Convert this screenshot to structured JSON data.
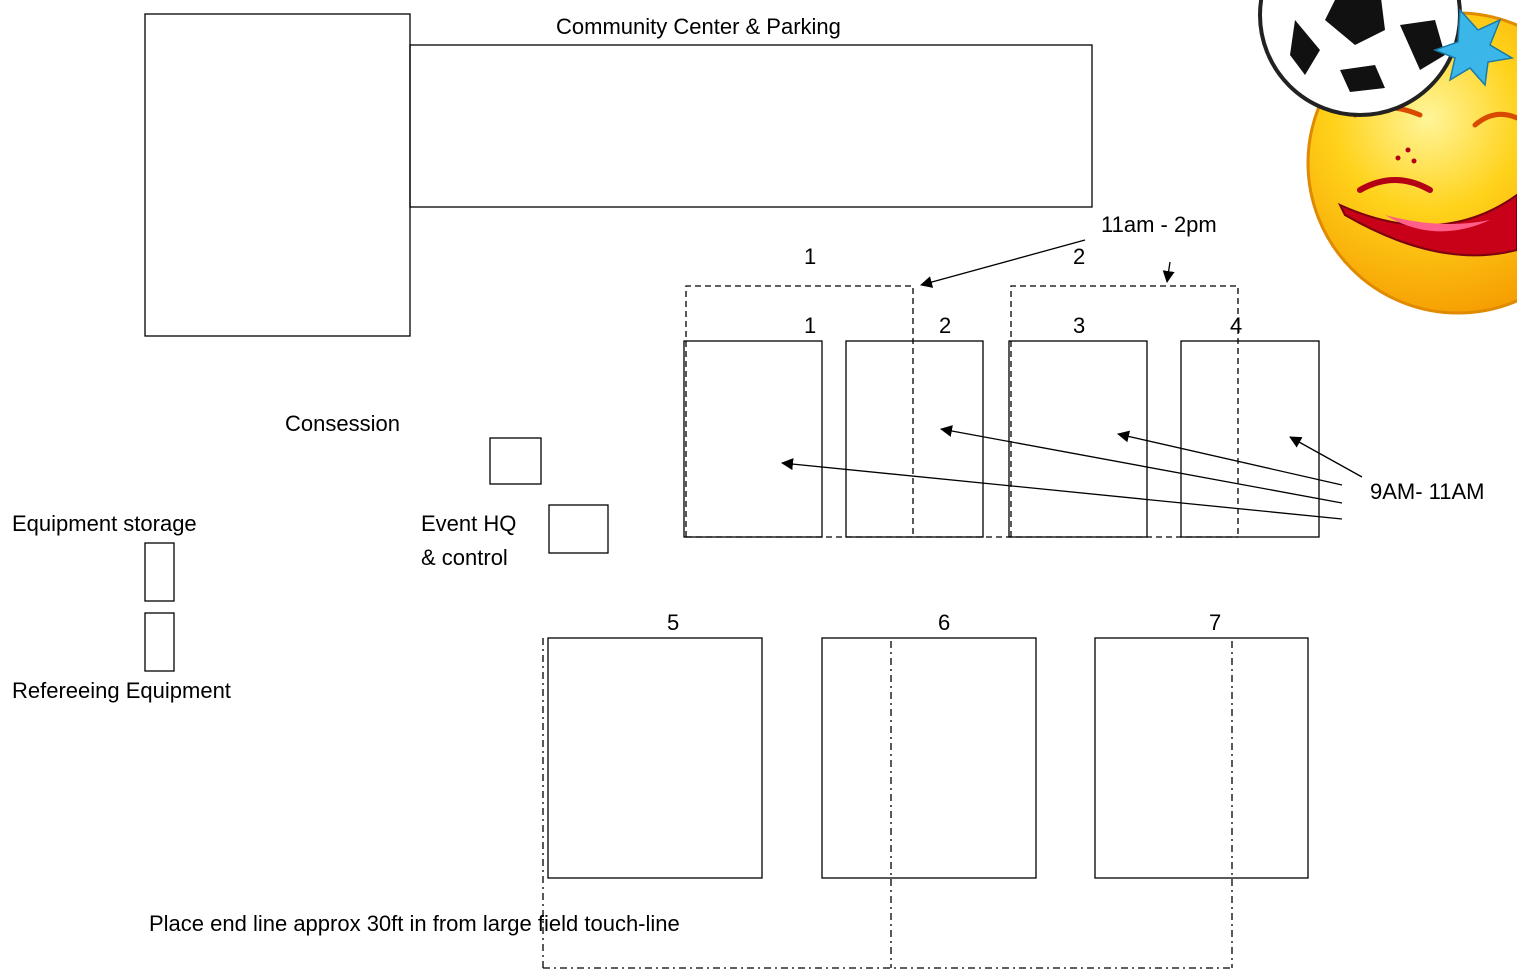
{
  "labels": {
    "community_center": "Community Center & Parking",
    "consession": "Consession",
    "event_hq_line1": "Event HQ",
    "event_hq_line2": "& control",
    "equipment_storage": "Equipment storage",
    "refereeing_equipment": "Refereeing Equipment",
    "end_line_note": "Place end line approx 30ft in from large field touch-line",
    "time_late": "11am - 2pm",
    "time_early": "9AM- 11AM"
  },
  "large_fields": [
    "1",
    "2"
  ],
  "small_fields": [
    "1",
    "2",
    "3",
    "4"
  ],
  "lower_fields": [
    "5",
    "6",
    "7"
  ],
  "icons": {
    "mascot": "smiley-soccer-ball-icon"
  }
}
